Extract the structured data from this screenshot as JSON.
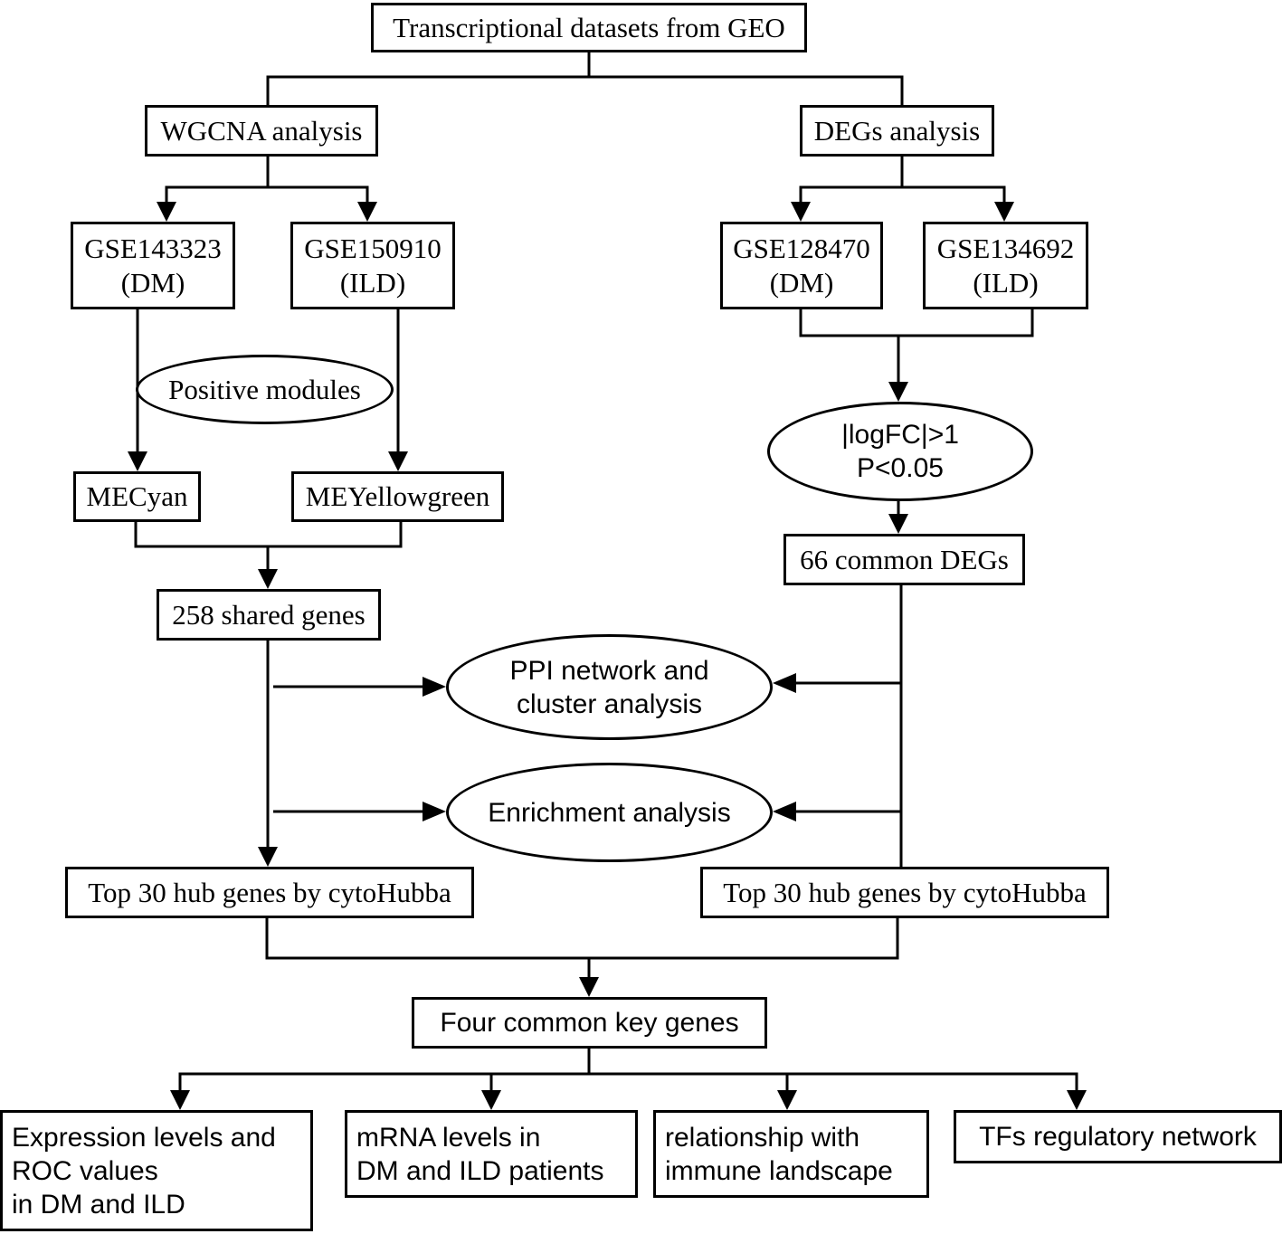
{
  "nodes": {
    "geo": "Transcriptional datasets from GEO",
    "wgcna": "WGCNA analysis",
    "degs": "DEGs analysis",
    "gse143323": [
      "GSE143323",
      "(DM)"
    ],
    "gse150910": [
      "GSE150910",
      "(ILD)"
    ],
    "gse128470": [
      "GSE128470",
      "(DM)"
    ],
    "gse134692": [
      "GSE134692",
      "(ILD)"
    ],
    "positive_modules": "Positive modules",
    "logfc": [
      "|logFC|>1",
      "P<0.05"
    ],
    "mecyan": "MECyan",
    "meyellowgreen": "MEYellowgreen",
    "common_degs": "66 common DEGs",
    "shared_genes": "258 shared genes",
    "ppi": [
      "PPI network and",
      "cluster analysis"
    ],
    "enrichment": "Enrichment analysis",
    "hub_left": "Top 30 hub genes by cytoHubba",
    "hub_right": "Top 30 hub genes by cytoHubba",
    "key_genes": "Four common key genes",
    "expression": [
      "Expression levels and",
      "ROC values",
      "in DM and ILD"
    ],
    "mrna": [
      "mRNA levels in",
      "DM and ILD patients"
    ],
    "immune": [
      "relationship with",
      "immune landscape"
    ],
    "tfs": "TFs regulatory network"
  }
}
